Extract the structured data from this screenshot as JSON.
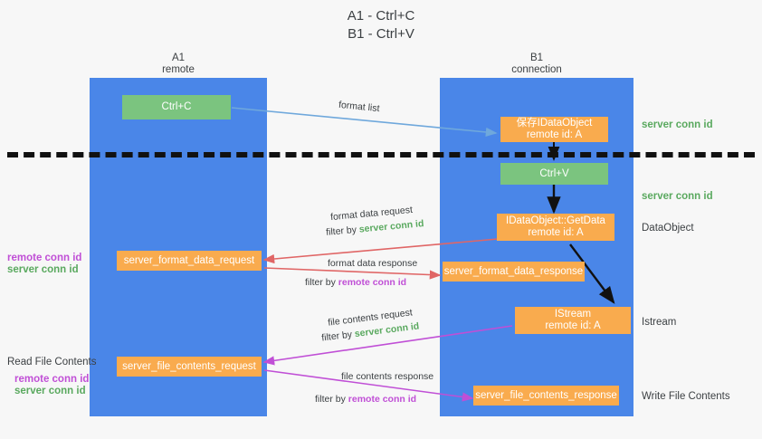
{
  "title": {
    "line1": "A1 - Ctrl+C",
    "line2": "B1 - Ctrl+V"
  },
  "lanes": [
    {
      "name": "A1",
      "sub": "remote"
    },
    {
      "name": "B1",
      "sub": "connection"
    }
  ],
  "boxes": {
    "ctrl_c": "Ctrl+C",
    "ctrl_v": "Ctrl+V",
    "save_idataobject": {
      "line1": "保存IDataObject",
      "line2": "remote id: A"
    },
    "getdata": {
      "line1": "IDataObject::GetData",
      "line2": "remote id: A"
    },
    "istream": {
      "line1": "IStream",
      "line2": "remote id: A"
    },
    "fmt_req": "server_format_data_request",
    "fmt_resp": "server_format_data_response",
    "file_req": "server_file_contents_request",
    "file_resp": "server_file_contents_response"
  },
  "right_labels": {
    "server_conn_1": "server conn id",
    "server_conn_2": "server conn id",
    "dataobject": "DataObject",
    "istream": "Istream",
    "write_file": "Write File Contents"
  },
  "left_labels": {
    "remote_conn_1": "remote conn id",
    "server_conn_1": "server conn id",
    "read_file": "Read File Contents",
    "remote_conn_2": "remote conn id",
    "server_conn_2": "server conn id"
  },
  "annotations": {
    "format_list": "format list",
    "fmt_data_request": "format data request",
    "fmt_data_request_filter_pre": "filter by ",
    "fmt_data_request_filter_key": "server conn id",
    "fmt_data_response": "format data response",
    "fmt_data_response_filter_pre": "filter by ",
    "fmt_data_response_filter_key": "remote conn id",
    "file_contents_request": "file contents request",
    "file_contents_request_filter_pre": "filter by ",
    "file_contents_request_filter_key": "server conn id",
    "file_contents_response": "file contents response",
    "file_contents_response_filter_pre": "filter by ",
    "file_contents_response_filter_key": "remote conn id"
  },
  "colors": {
    "lane": "#4a86e8",
    "orange": "#f9ab4e",
    "green": "#7bc47f",
    "arrow_blue": "#6fa8dc",
    "arrow_red": "#e06666",
    "arrow_magenta": "#c04fd6",
    "arrow_black": "#111111",
    "text_green": "#5aa95f",
    "text_magenta": "#c04fd6"
  }
}
